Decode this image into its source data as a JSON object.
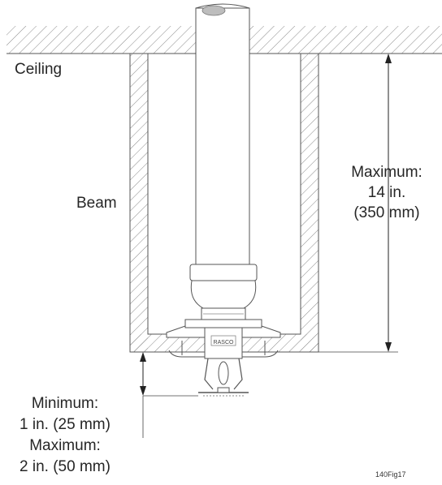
{
  "labels": {
    "ceiling": "Ceiling",
    "beam": "Beam",
    "max_line1": "Maximum:",
    "max_line2": "14 in.",
    "max_line3": "(350 mm)",
    "min_line1": "Minimum:",
    "min_line2": "1 in. (25 mm)",
    "min_line3": "Maximum:",
    "min_line4": "2 in. (50 mm)",
    "sprinkler_brand": "RASCO",
    "figure_id": "140Fig17"
  }
}
